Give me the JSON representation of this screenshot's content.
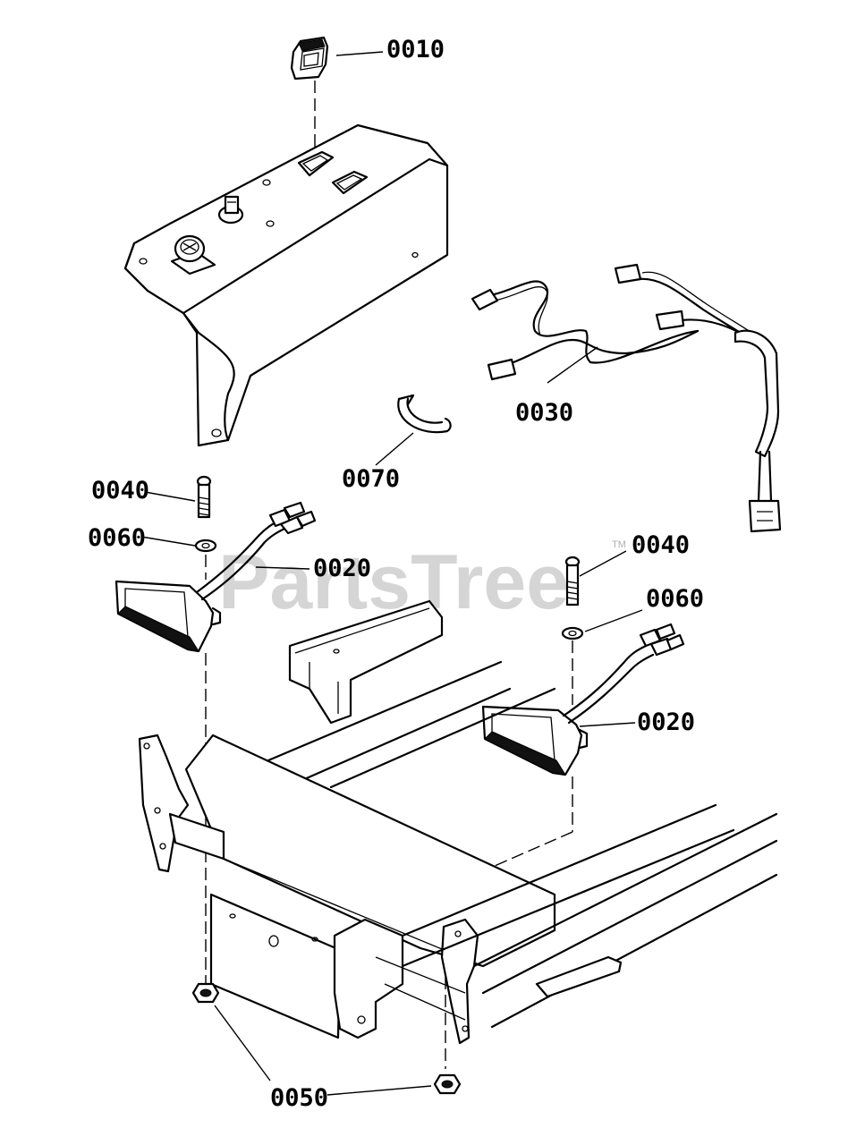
{
  "watermark": {
    "text": "PartsTree",
    "tm": "TM"
  },
  "callouts": [
    {
      "id": "callout-0010",
      "text": "0010"
    },
    {
      "id": "callout-0030",
      "text": "0030"
    },
    {
      "id": "callout-0070",
      "text": "0070"
    },
    {
      "id": "callout-0040-left",
      "text": "0040"
    },
    {
      "id": "callout-0060-left",
      "text": "0060"
    },
    {
      "id": "callout-0020-left",
      "text": "0020"
    },
    {
      "id": "callout-0040-right",
      "text": "0040"
    },
    {
      "id": "callout-0060-right",
      "text": "0060"
    },
    {
      "id": "callout-0020-right",
      "text": "0020"
    },
    {
      "id": "callout-0050",
      "text": "0050"
    }
  ]
}
